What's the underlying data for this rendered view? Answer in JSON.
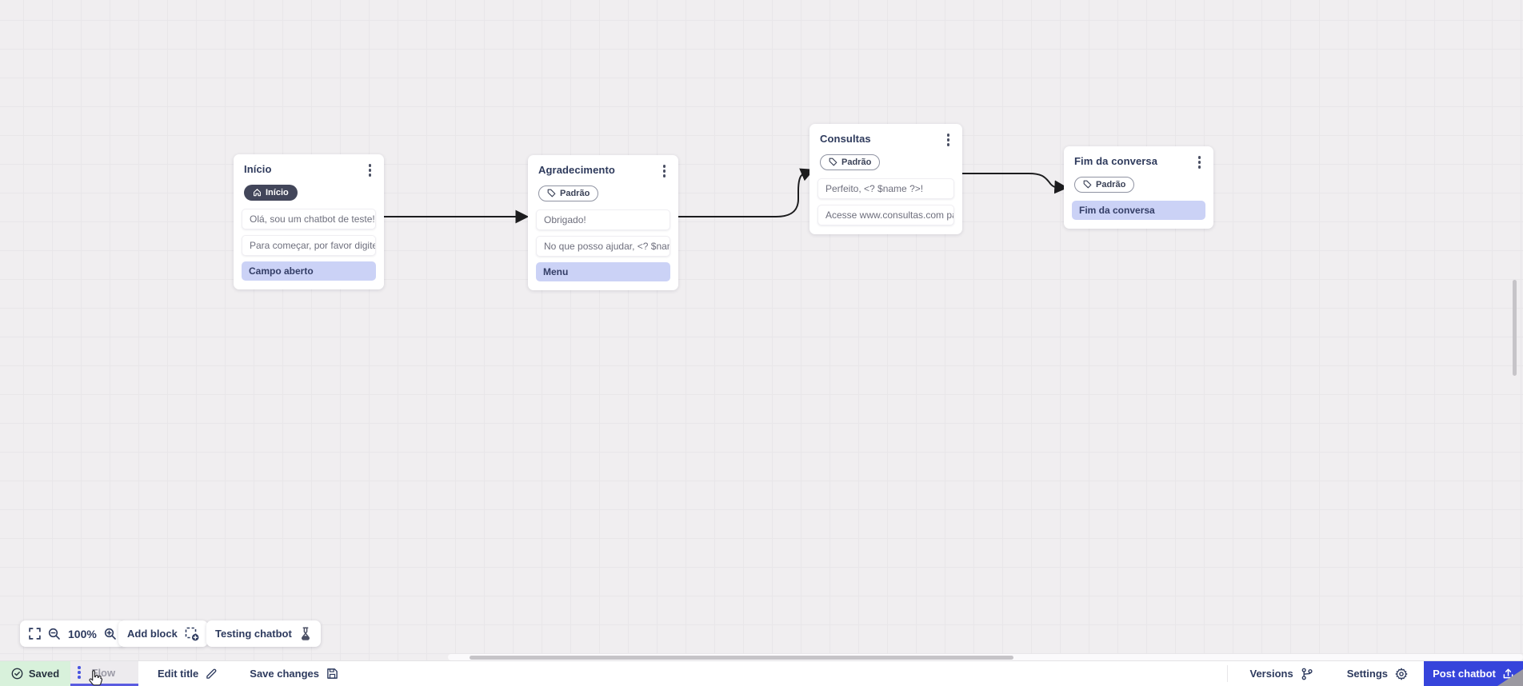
{
  "canvas": {
    "nodes": [
      {
        "title": "Início",
        "badge": {
          "label": "Início",
          "icon": "home-icon"
        },
        "messages": {
          "0": "Olá, sou um chatbot de teste!",
          "1": "Para começar, por favor digite o ..."
        },
        "highlight": "Campo aberto"
      },
      {
        "title": "Agradecimento",
        "tag": "Padrão",
        "messages": {
          "0": "Obrigado!",
          "1": "No que posso ajudar, <? $name ..."
        },
        "highlight": "Menu"
      },
      {
        "title": "Consultas",
        "tag": "Padrão",
        "messages": {
          "0": "Perfeito, <? $name ?>!",
          "1": "Acesse www.consultas.com par..."
        }
      },
      {
        "title": "Fim da conversa",
        "tag": "Padrão",
        "highlight": "Fim da conversa"
      }
    ]
  },
  "toolbar": {
    "zoom_level": "100%",
    "add_block": "Add block",
    "testing_chatbot": "Testing chatbot"
  },
  "statusbar": {
    "saved": "Saved",
    "flow_tab": "Flow",
    "edit_title": "Edit title",
    "save_changes": "Save changes",
    "versions": "Versions",
    "settings": "Settings",
    "post_chatbot": "Post chatbot"
  },
  "icons": {
    "node_menu": "kebab-vertical-icon",
    "start_badge": "home-icon",
    "tag": "tag-icon",
    "fullscreen": "fullscreen-icon",
    "zoom_out": "zoom-out-icon",
    "zoom_in": "zoom-in-icon",
    "add_block": "add-block-icon",
    "testing": "flask-icon",
    "saved": "check-circle-icon",
    "edit_title": "pencil-icon",
    "save_changes": "floppy-icon",
    "versions": "git-branch-icon",
    "settings": "gear-icon",
    "post": "upload-icon"
  },
  "colors": {
    "accent_indigo": "#3644db",
    "tab_underline": "#5a5be0",
    "highlight_lavender": "#cbd2f6",
    "saved_green_bg": "#d8f1db",
    "badge_dark": "#42465a",
    "canvas_bg": "#f0eef0",
    "arrow": "#1c1c1e"
  }
}
